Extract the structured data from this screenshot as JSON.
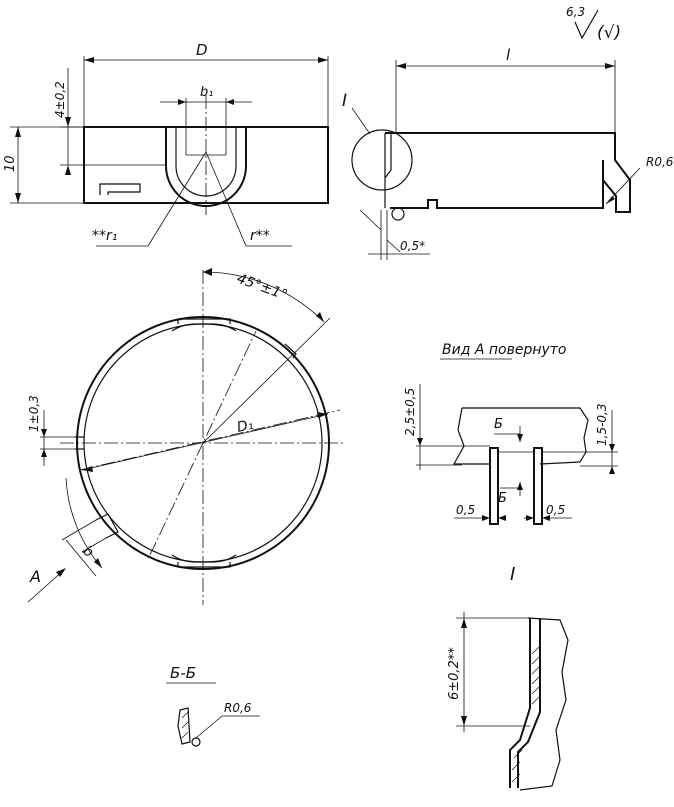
{
  "roughness": {
    "value": "6,3",
    "parenthetical": "(√)"
  },
  "front_view": {
    "dim_width": "D",
    "dim_slot": "b₁",
    "dim_depth": "4±0,2",
    "dim_height": "10",
    "label_r1": "**r₁",
    "label_r": "r**"
  },
  "side_view": {
    "dim_length": "l",
    "detail_marker": "I",
    "radius": "R0,6",
    "thickness": "0,5*"
  },
  "circle_view": {
    "angle": "45°±1°",
    "diameter": "D₁",
    "offset": "1±0,3",
    "dim_b": "b",
    "view_arrow": "A"
  },
  "view_a": {
    "title": "Вид А повернуто",
    "dim_left": "2,5±0,5",
    "dim_right": "1,5-0,3",
    "section_mark_top": "Б",
    "section_mark_bottom": "Б",
    "dim_gap_left": "0,5",
    "dim_gap_right": "0,5"
  },
  "detail_i": {
    "title": "I",
    "dim": "6±0,2**"
  },
  "section_bb": {
    "title": "Б-Б",
    "radius": "R0,6"
  }
}
